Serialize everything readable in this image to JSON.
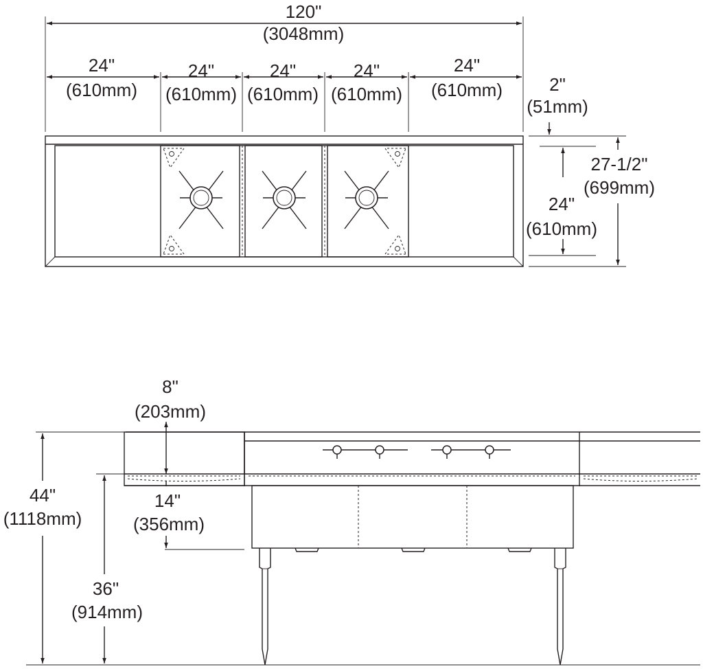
{
  "top_view": {
    "overall_width": {
      "in": "120\"",
      "mm": "(3048mm)"
    },
    "sections": [
      {
        "in": "24\"",
        "mm": "(610mm)"
      },
      {
        "in": "24\"",
        "mm": "(610mm)"
      },
      {
        "in": "24\"",
        "mm": "(610mm)"
      },
      {
        "in": "24\"",
        "mm": "(610mm)"
      },
      {
        "in": "24\"",
        "mm": "(610mm)"
      }
    ],
    "backsplash": {
      "in": "2\"",
      "mm": "(51mm)"
    },
    "overall_depth": {
      "in": "27-1/2\"",
      "mm": "(699mm)"
    },
    "bowl_depth": {
      "in": "24\"",
      "mm": "(610mm)"
    }
  },
  "front_view": {
    "splash_height": {
      "in": "8\"",
      "mm": "(203mm)"
    },
    "bowl_depth": {
      "in": "14\"",
      "mm": "(356mm)"
    },
    "overall_height": {
      "in": "44\"",
      "mm": "(1118mm)"
    },
    "work_height": {
      "in": "36\"",
      "mm": "(914mm)"
    }
  }
}
